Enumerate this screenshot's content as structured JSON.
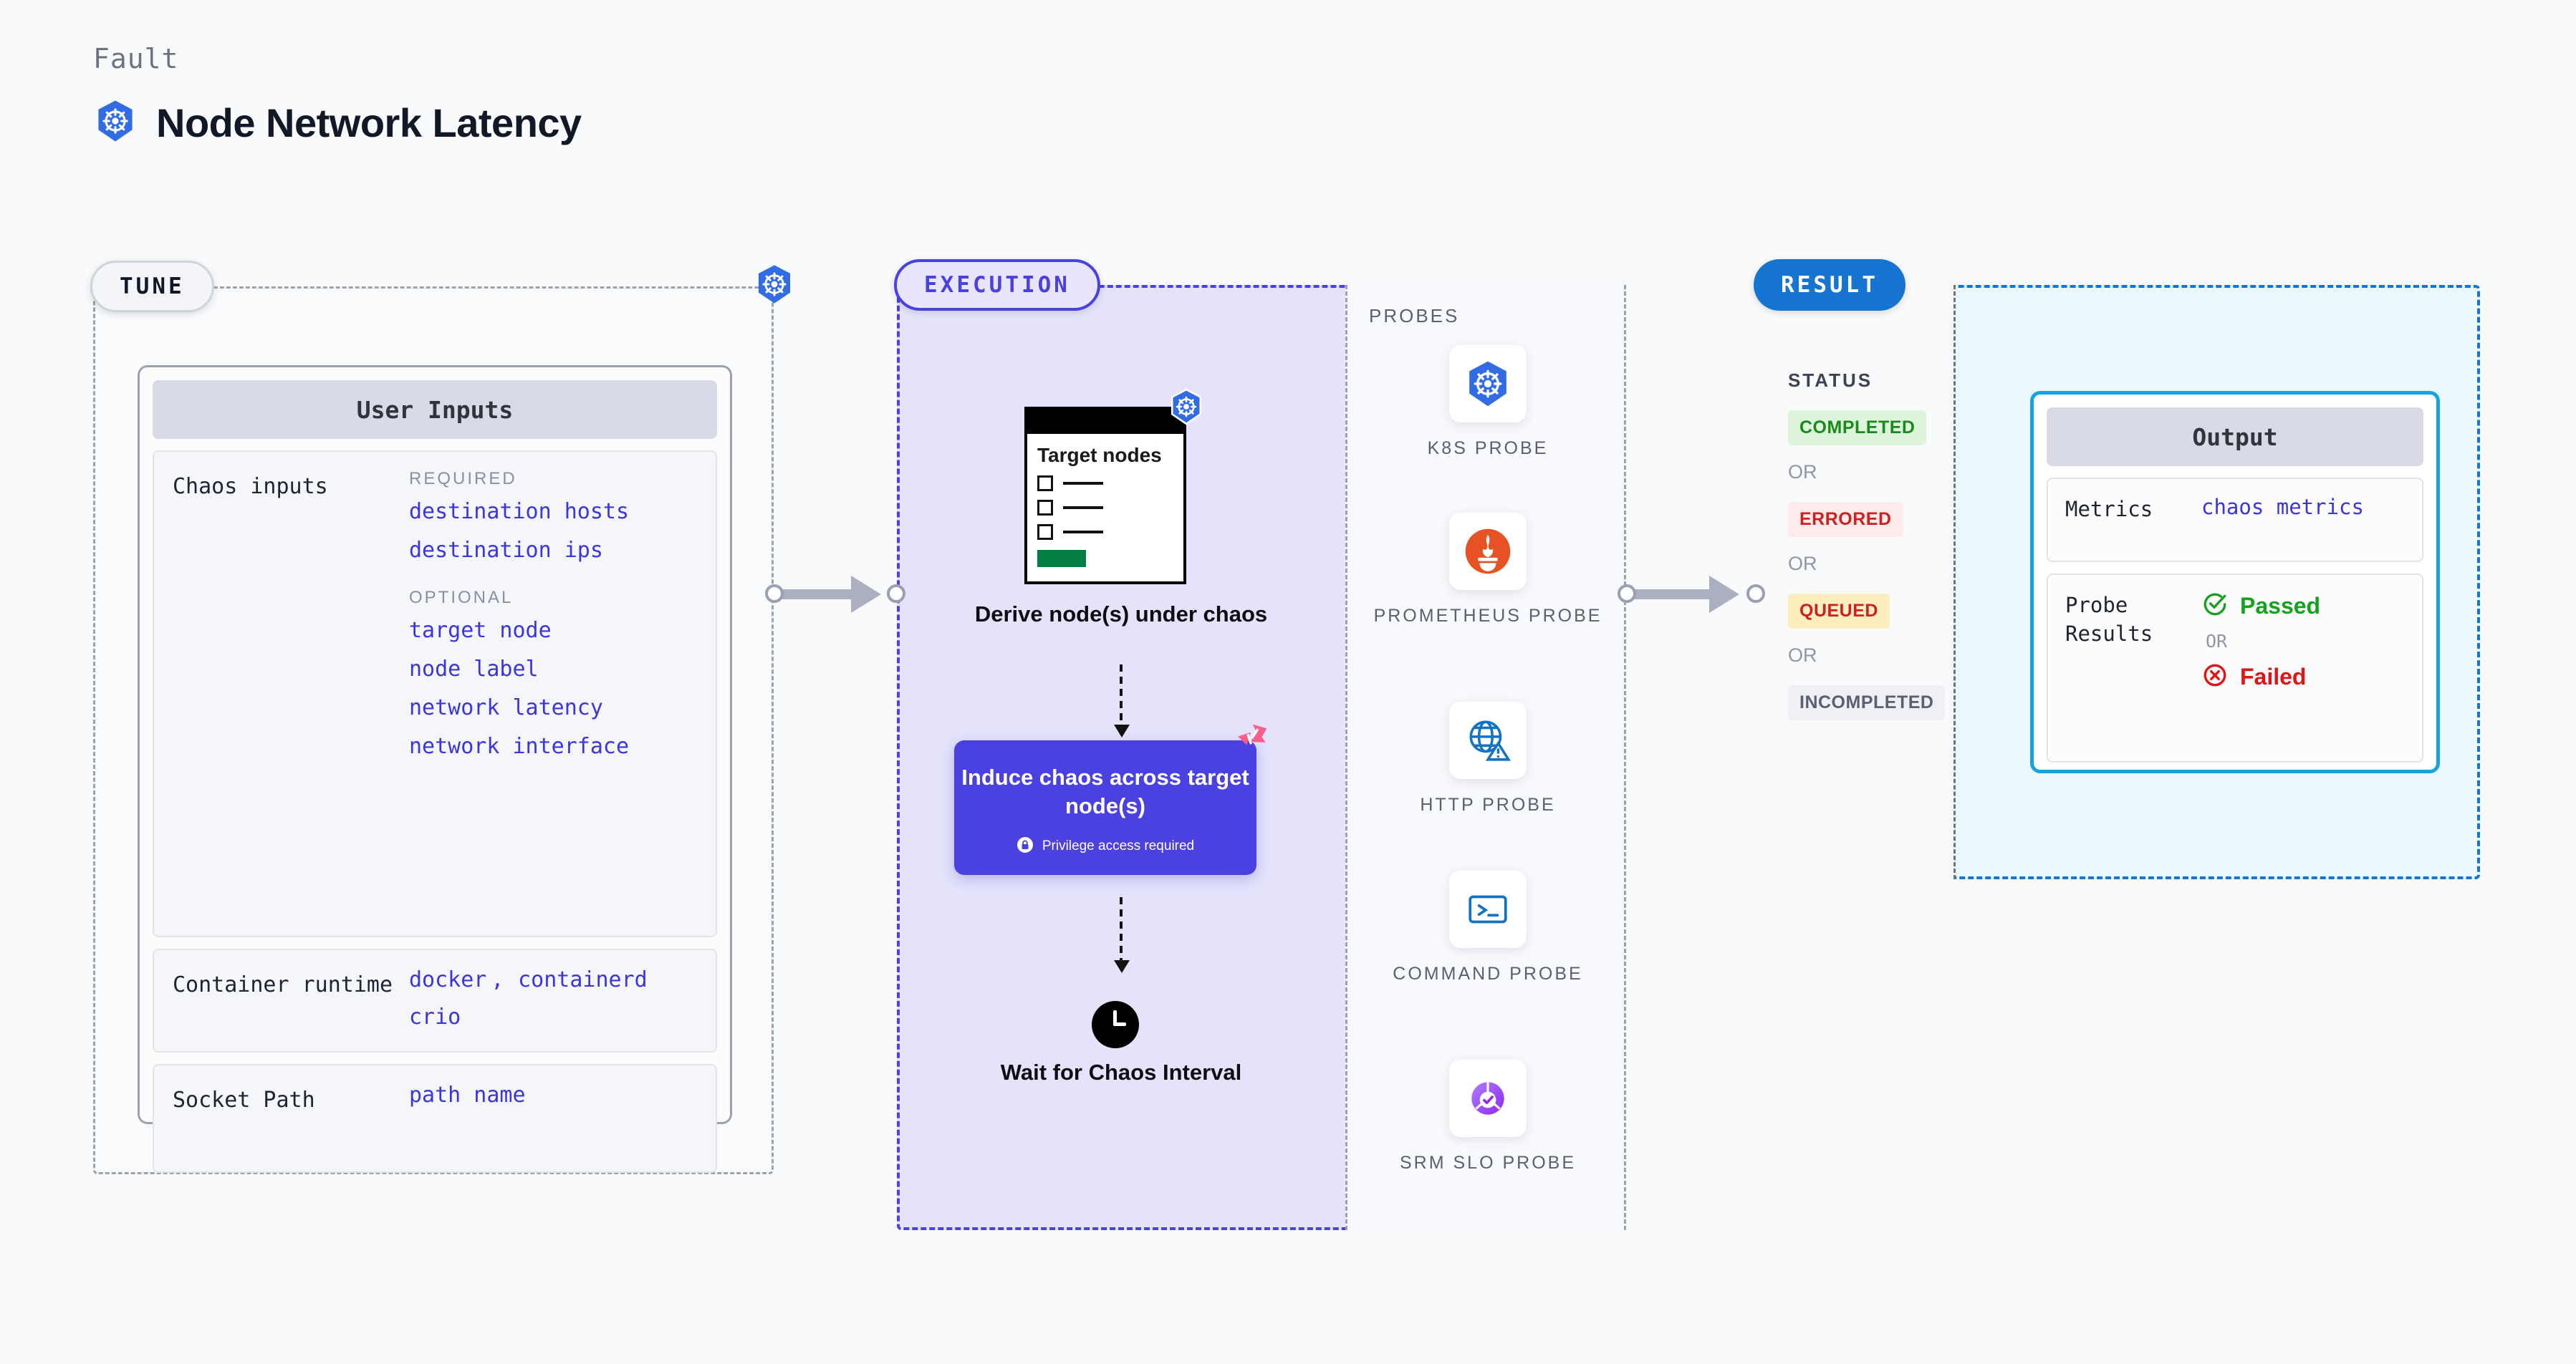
{
  "header": {
    "eyebrow": "Fault",
    "title": "Node Network Latency",
    "logo_icon": "kubernetes-icon"
  },
  "tune": {
    "pill_label": "TUNE",
    "badge_icon": "kubernetes-icon",
    "card_title": "User Inputs",
    "rows": [
      {
        "label": "Chaos inputs",
        "groups": [
          {
            "heading": "REQUIRED",
            "values": [
              "destination hosts",
              "destination ips"
            ]
          },
          {
            "heading": "OPTIONAL",
            "values": [
              "target node",
              "node label",
              "network latency",
              "network interface"
            ]
          }
        ]
      },
      {
        "label": "Container runtime",
        "values_line1": [
          "docker",
          "containerd"
        ],
        "values_line2": [
          "crio"
        ],
        "separator": ","
      },
      {
        "label": "Socket Path",
        "values": [
          "path name"
        ]
      }
    ]
  },
  "execution": {
    "pill_label": "EXECUTION",
    "flow": {
      "node_card": {
        "heading": "Target nodes",
        "badge_icon": "kubernetes-icon",
        "checkbox_count": 3,
        "button_color": "#047f43"
      },
      "step1_caption": "Derive node(s) under chaos",
      "step2_title": "Induce chaos across target node(s)",
      "step2_note": "Privilege access required",
      "step2_note_icon": "lock-icon",
      "step2_badge_icon": "litmus-chaos-icon",
      "step2_color": "#4b40e0",
      "step3_caption": "Wait for Chaos Interval",
      "step3_icon": "clock-icon"
    },
    "probes": {
      "heading": "PROBES",
      "items": [
        {
          "label": "K8S PROBE",
          "icon": "kubernetes-icon"
        },
        {
          "label": "PROMETHEUS PROBE",
          "icon": "prometheus-icon"
        },
        {
          "label": "HTTP PROBE",
          "icon": "http-globe-warning-icon"
        },
        {
          "label": "COMMAND PROBE",
          "icon": "terminal-icon"
        },
        {
          "label": "SRM SLO PROBE",
          "icon": "srm-slo-icon"
        }
      ]
    }
  },
  "result": {
    "pill_label": "RESULT",
    "status": {
      "heading": "STATUS",
      "or_label": "OR",
      "badges": [
        {
          "label": "COMPLETED",
          "bg": "#dcf5dc",
          "fg": "#1a8a1a"
        },
        {
          "label": "ERRORED",
          "bg": "#fdeaea",
          "fg": "#cc2121"
        },
        {
          "label": "QUEUED",
          "bg": "#fdeebf",
          "fg": "#cc2121"
        },
        {
          "label": "INCOMPLETED",
          "bg": "#eef0f4",
          "fg": "#5b6070"
        }
      ]
    },
    "output": {
      "card_title": "Output",
      "metrics_label": "Metrics",
      "metrics_value": "chaos metrics",
      "probe_results_label": "Probe Results",
      "passed_label": "Passed",
      "passed_color": "#16a020",
      "failed_label": "Failed",
      "failed_color": "#e01414",
      "or_label": "OR"
    }
  }
}
